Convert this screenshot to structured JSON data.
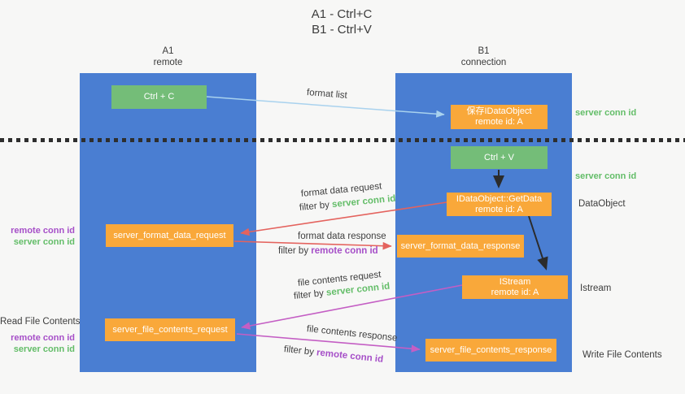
{
  "title": {
    "line1": "A1 - Ctrl+C",
    "line2": "B1 - Ctrl+V"
  },
  "lifelines": {
    "a1": {
      "name": "A1",
      "subtitle": "remote"
    },
    "b1": {
      "name": "B1",
      "subtitle": "connection"
    }
  },
  "nodes": {
    "ctrl_c": {
      "label": "Ctrl + C"
    },
    "save_idataobject": {
      "line1": "保存IDataObject",
      "line2": "remote id: A"
    },
    "ctrl_v": {
      "label": "Ctrl + V"
    },
    "getdata": {
      "line1": "IDataObject::GetData",
      "line2": "remote id: A"
    },
    "format_request": {
      "label": "server_format_data_request"
    },
    "format_response": {
      "label": "server_format_data_response"
    },
    "istream": {
      "line1": "IStream",
      "line2": "remote id: A"
    },
    "file_request": {
      "label": "server_file_contents_request"
    },
    "file_response": {
      "label": "server_file_contents_response"
    }
  },
  "labels": {
    "format_list": "format list",
    "format_data_request": "format data request",
    "format_data_response": "format data response",
    "file_contents_request": "file contents request",
    "file_contents_response": "file contents response",
    "filter_by": "filter by ",
    "server_conn_id": "server conn id",
    "remote_conn_id": "remote conn id"
  },
  "side": {
    "read_file_contents": "Read File Contents",
    "write_file_contents": "Write File Contents",
    "dataobject": "DataObject",
    "istream": "Istream"
  },
  "colors": {
    "lifeline_blue": "#4a7ed2",
    "action_green": "#74bd78",
    "message_orange": "#f9a83a",
    "arrow_light_blue": "#a9d2ee",
    "arrow_red": "#e4635e",
    "arrow_magenta": "#c45ec4",
    "arrow_black": "#2b2b2b",
    "server_conn_green": "#63bd68",
    "remote_conn_purple": "#a64fc8"
  }
}
